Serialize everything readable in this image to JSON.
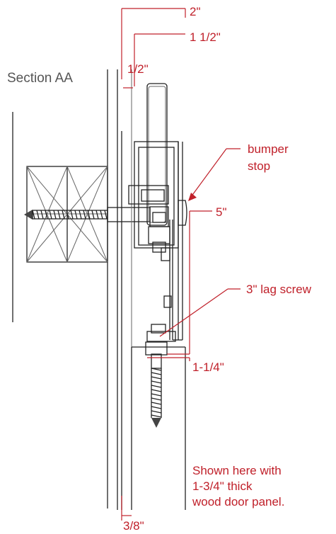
{
  "title": "Section AA",
  "dimensions": {
    "d_2": "2\"",
    "d_1_1_2": "1 1/2\"",
    "d_1_2": "1/2\"",
    "d_5": "5\"",
    "d_1_1_4": "1-1/4\"",
    "d_3_8": "3/8\""
  },
  "callouts": {
    "bumper_line1": "bumper",
    "bumper_line2": "stop",
    "lag_screw": "3\" lag screw"
  },
  "note": {
    "line1": "Shown here with",
    "line2": "1-3/4\" thick",
    "line3": "wood door panel."
  },
  "colors": {
    "annotation": "#c0202a",
    "linework": "#222222",
    "title": "#555555"
  }
}
